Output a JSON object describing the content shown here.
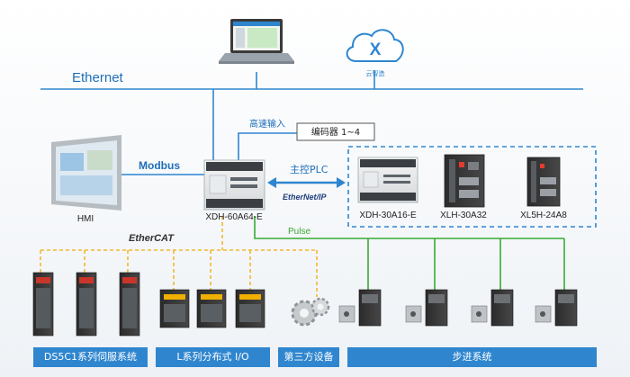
{
  "network": {
    "ethernet_label": "Ethernet",
    "modbus_label": "Modbus",
    "high_speed_input_label": "高速输入",
    "encoder_label": "编码器 1~4",
    "master_plc_label": "主控PLC",
    "ethernet_ip_label": "EtherNet/IP",
    "ethercat_label": "EtherCAT",
    "pulse_label": "Pulse"
  },
  "cloud": {
    "label": "云智造"
  },
  "devices": {
    "hmi_label": "HMI",
    "master_plc_model": "XDH-60A64-E",
    "sub_plcs": [
      {
        "model": "XDH-30A16-E"
      },
      {
        "model": "XLH-30A32"
      },
      {
        "model": "XL5H-24A8"
      }
    ]
  },
  "categories": [
    {
      "label": "DS5C1系列伺服系统"
    },
    {
      "label": "L系列分布式 I/O"
    },
    {
      "label": "第三方设备"
    },
    {
      "label": "步进系统"
    }
  ],
  "colors": {
    "blue_line": "#2f86cf",
    "ethercat_line": "#f2b830",
    "pulse_line": "#3aaa35",
    "text_blue": "#1f6fb8"
  }
}
